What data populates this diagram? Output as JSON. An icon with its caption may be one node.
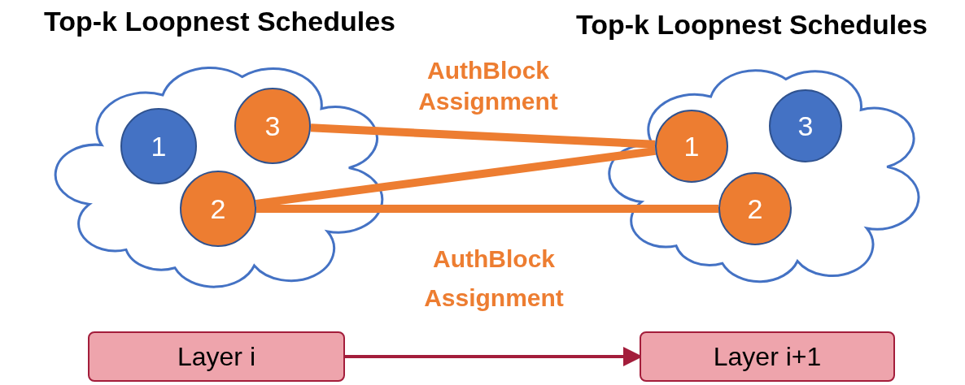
{
  "diagram": {
    "nodes": [
      {
        "text": [
          "Top-k Loopnest Schedules"
        ]
      },
      {
        "text": [
          "1"
        ],
        "in": 0
      },
      {
        "text": [
          "3"
        ],
        "in": 0
      },
      {
        "text": [
          "2"
        ],
        "in": 0
      },
      {
        "text": [
          "Top-k Loopnest Schedules"
        ]
      },
      {
        "text": [
          "1"
        ],
        "in": 4
      },
      {
        "text": [
          "3"
        ],
        "in": 4
      },
      {
        "text": [
          "2"
        ],
        "in": 4
      },
      {
        "text": [
          "Layer i"
        ]
      },
      {
        "text": [
          "Layer i+1"
        ]
      }
    ],
    "edges": [
      {
        "from": 2,
        "to": 5,
        "arrow": "none",
        "label": "AuthBlock Assignment"
      },
      {
        "from": 3,
        "to": 5,
        "arrow": "none"
      },
      {
        "from": 3,
        "to": 7,
        "arrow": "none",
        "label": "AuthBlock Assignment"
      },
      {
        "from": 8,
        "to": 9,
        "arrow": "to",
        "color": "#a31d3b"
      }
    ]
  }
}
